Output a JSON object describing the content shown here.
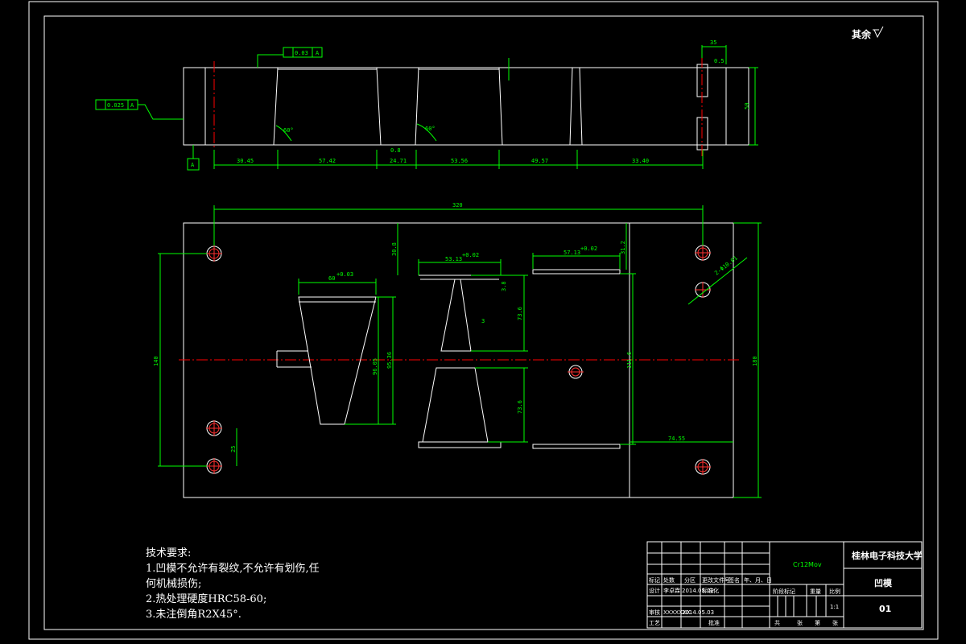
{
  "drawing": {
    "roughness_note": "其余",
    "top_view": {
      "flatness_tolerance": "0.03",
      "flatness_datum": "A",
      "parallel_tolerance": "0.025",
      "parallel_datum": "A",
      "datum_label": "A",
      "angle_labels": [
        "60°",
        "60°"
      ],
      "small_dims": [
        "35",
        "0.8",
        "0.5"
      ],
      "height_dim": "50",
      "chain_dims": [
        "30.45",
        "57.42",
        "24.71",
        "53.56",
        "49.57",
        "33.40"
      ]
    },
    "plan_view": {
      "overall_width": "320",
      "overall_height": "180",
      "hole_pitch_height": "140",
      "hole_offset": "25",
      "hole_callout": "2-Φ10.01",
      "dims": [
        "60",
        "53.13",
        "57.13",
        "30.8",
        "31.2",
        "3.8",
        "73.6",
        "73.6",
        "96.05",
        "95.36",
        "111.6",
        "74.55",
        "3"
      ],
      "tol_labels": [
        "+0.03",
        "+0.02",
        "+0.02"
      ]
    }
  },
  "notes": {
    "heading": "技术要求:",
    "line1": "1.凹模不允许有裂纹,不允许有划伤,任",
    "line2": "何机械损伤;",
    "line3": "2.热处理硬度HRC58-60;",
    "line4": "3.未注倒角R2X45°."
  },
  "title_block": {
    "material": "Cr12Mov",
    "school": "桂林电子科技大学",
    "part_name": "凹模",
    "drawing_no": "01",
    "cells": {
      "mark": "标记",
      "count": "处数",
      "zone": "分区",
      "change_doc": "更改文件号",
      "signature": "签名",
      "date": "年、月、日",
      "design": "设计",
      "designer": "李卓霖",
      "design_date": "2014.05.02",
      "standardize": "标准化",
      "stage_mark": "阶段标记",
      "weight": "重量",
      "scale": "比例",
      "scale_value": "1:1",
      "audit": "审核",
      "auditor": "XXXXXXX",
      "audit_date": "2014.05.03",
      "process": "工艺",
      "approve": "批准",
      "total": "共",
      "sheets": "张",
      "sheet_no": "第",
      "sheet": "张"
    }
  }
}
